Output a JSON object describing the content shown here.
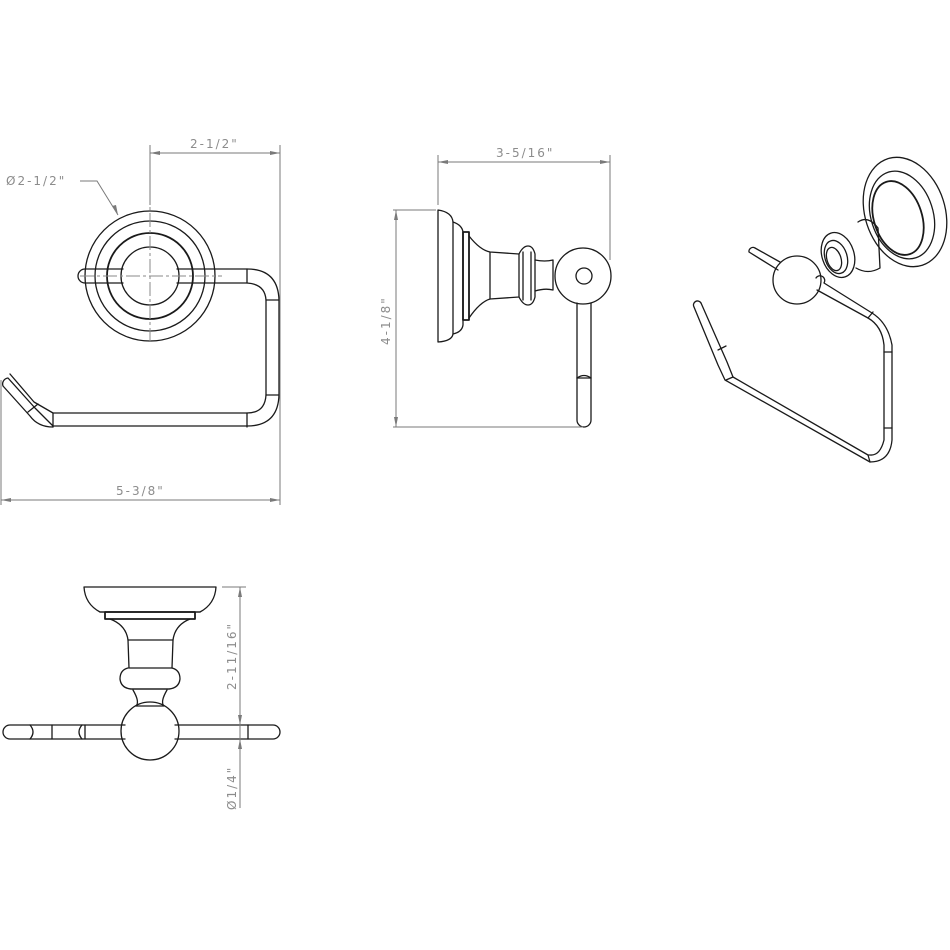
{
  "drawing": {
    "subject": "Toilet paper holder technical drawing",
    "views": {
      "front": {
        "label": "front-view",
        "dimensions": {
          "backplate_diameter": "Ø2-1/2\"",
          "center_to_end": "2-1/2\"",
          "overall_width": "5-3/8\""
        }
      },
      "side": {
        "label": "side-view",
        "dimensions": {
          "projection": "3-5/16\"",
          "overall_height": "4-1/8\""
        }
      },
      "isometric": {
        "label": "isometric-view"
      },
      "top": {
        "label": "top-view",
        "dimensions": {
          "wall_to_bar_center": "2-11/16\"",
          "bar_diameter": "Ø1/4\""
        }
      }
    },
    "colors": {
      "line": "#1a1a1a",
      "dimension": "#7a7a7a",
      "background": "#ffffff"
    }
  }
}
